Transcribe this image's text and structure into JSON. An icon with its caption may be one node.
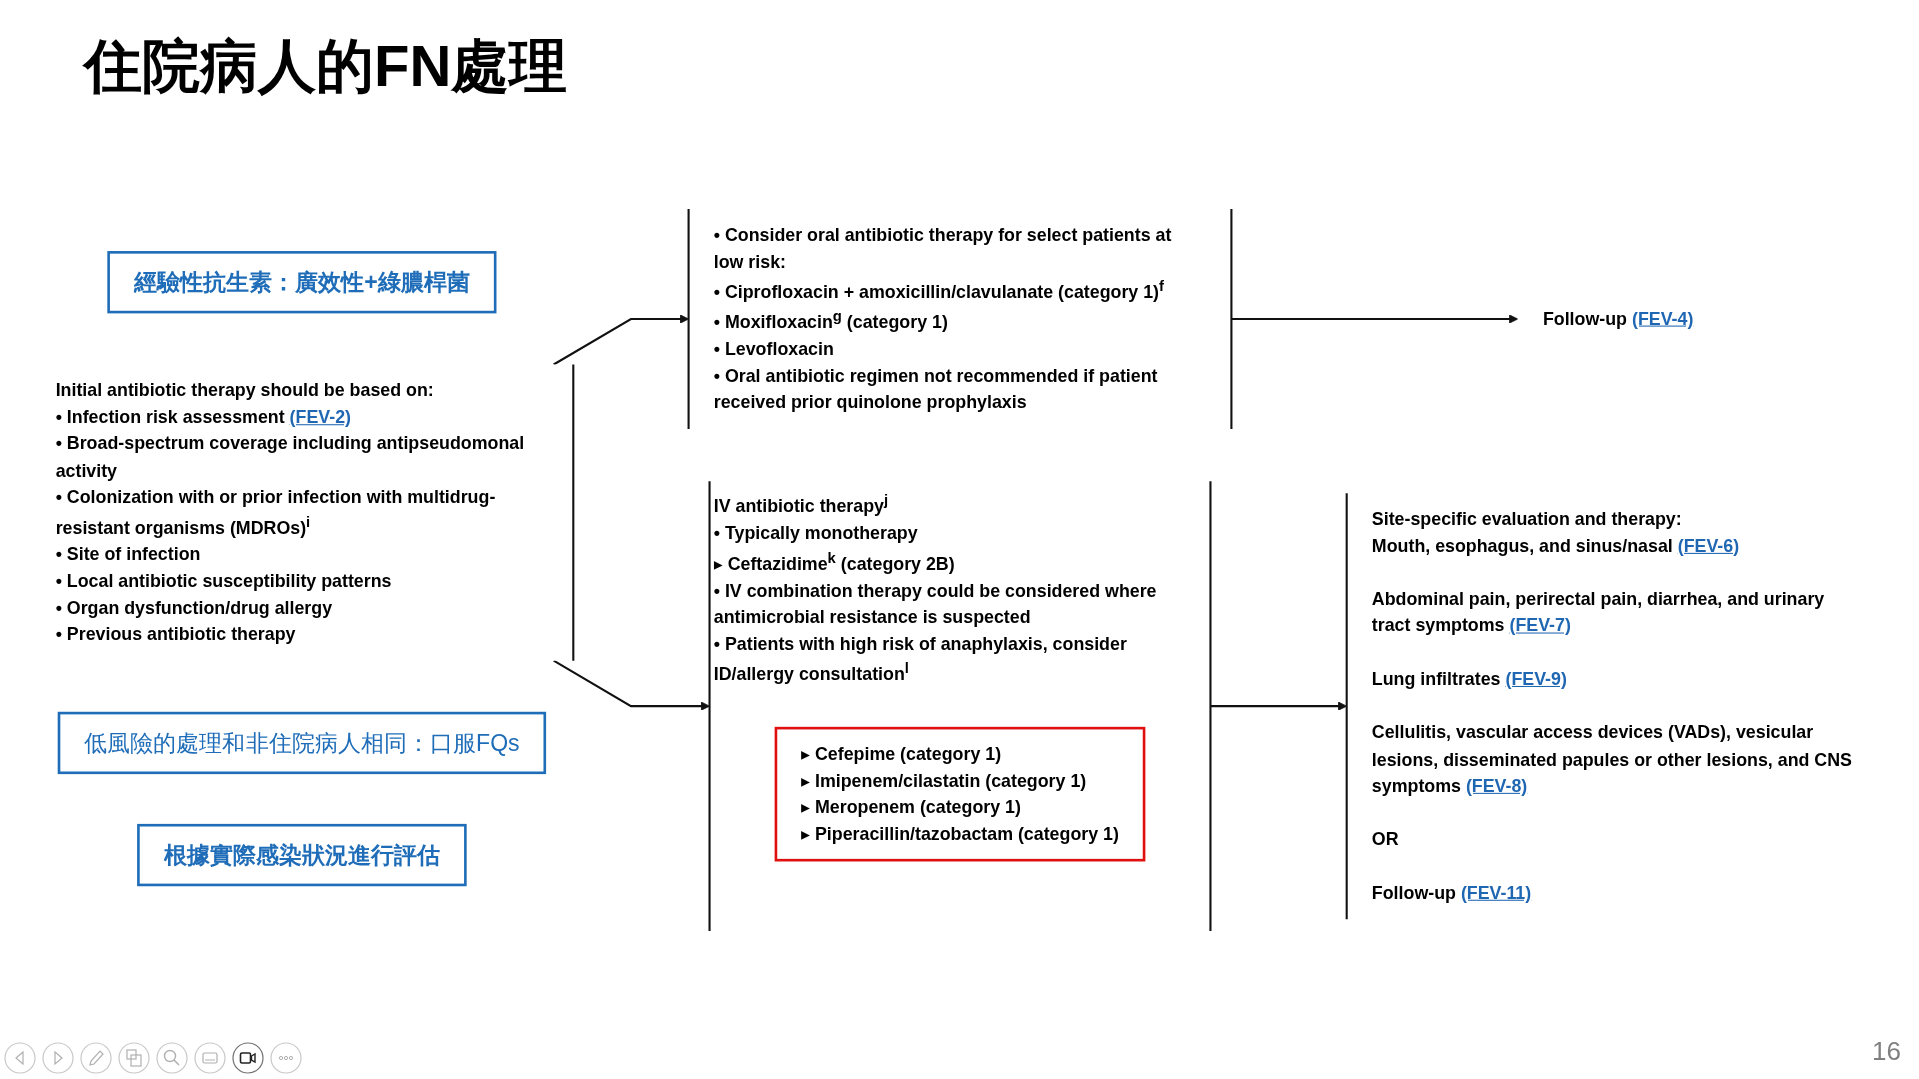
{
  "diagram": {
    "title": "住院病人的FN處理",
    "nodes": [
      {
        "text": [
          "經驗性抗生素：廣效性+綠膿桿菌"
        ]
      },
      {
        "text": [
          "Initial antibiotic therapy should be based on:",
          "• Infection risk assessment (FEV-2)",
          "• Broad-spectrum coverage including antipseudomonal activity",
          "• Colonization with or prior infection with multidrug-resistant organisms (MDROs)$^{i}$",
          "• Site of infection",
          "• Local antibiotic susceptibility patterns",
          "• Organ dysfunction/drug allergy",
          "• Previous antibiotic therapy"
        ]
      },
      {
        "text": [
          "IV antibiotic therapy$^{j}$",
          "• Typically monotherapy",
          "▸ Ceftazidime$^{k}$ (category 2B)",
          "• IV combination therapy could be considered where antimicrobial resistance is suspected",
          "• Patients with high risk of anaphylaxis, consider ID/allergy consultation$^{l}$"
        ]
      },
      {
        "text": [
          "▸ Cefepime (category 1)",
          "▸ Imipenem/cilastatin (category 1)",
          "▸ Meropenem (category 1)",
          "▸ Piperacillin/tazobactam (category 1)"
        ],
        "in": 2
      },
      {
        "text": [
          "低風險的處理和非住院病人相同：口服FQs"
        ]
      },
      {
        "text": [
          "• Consider oral antibiotic therapy for select patients at low risk:",
          "• Ciprofloxacin + amoxicillin/clavulanate (category 1)$^{f}$",
          "• Moxifloxacin$^{g}$ (category 1)",
          "• Levofloxacin",
          "• Oral antibiotic regimen not recommended if patient received prior quinolone prophylaxis"
        ]
      },
      {
        "text": [
          "根據實際感染狀況進行評估"
        ]
      },
      {
        "text": [
          "Site-specific evaluation and therapy:",
          "Mouth, esophagus, and sinus/nasal (FEV-6)",
          "Abdominal pain, perirectal pain, diarrhea, and urinary tract symptoms (FEV-7)",
          "Lung infiltrates (FEV-9)",
          "Cellulitis, vascular access devices (VADs), vesicular lesions, disseminated papules or other lesions, and CNS symptoms (FEV-8)",
          "OR",
          "Follow-up (FEV-11)"
        ]
      },
      {
        "text": [
          "Follow-up (FEV-4)"
        ]
      }
    ],
    "edges": [
      {
        "from": 1,
        "to": 2,
        "arrow": "to"
      },
      {
        "from": 1,
        "to": 5,
        "arrow": "to"
      },
      {
        "from": 2,
        "to": 7,
        "arrow": "to"
      },
      {
        "from": 5,
        "to": 8,
        "arrow": "to"
      }
    ],
    "labels": [
      "16"
    ]
  }
}
